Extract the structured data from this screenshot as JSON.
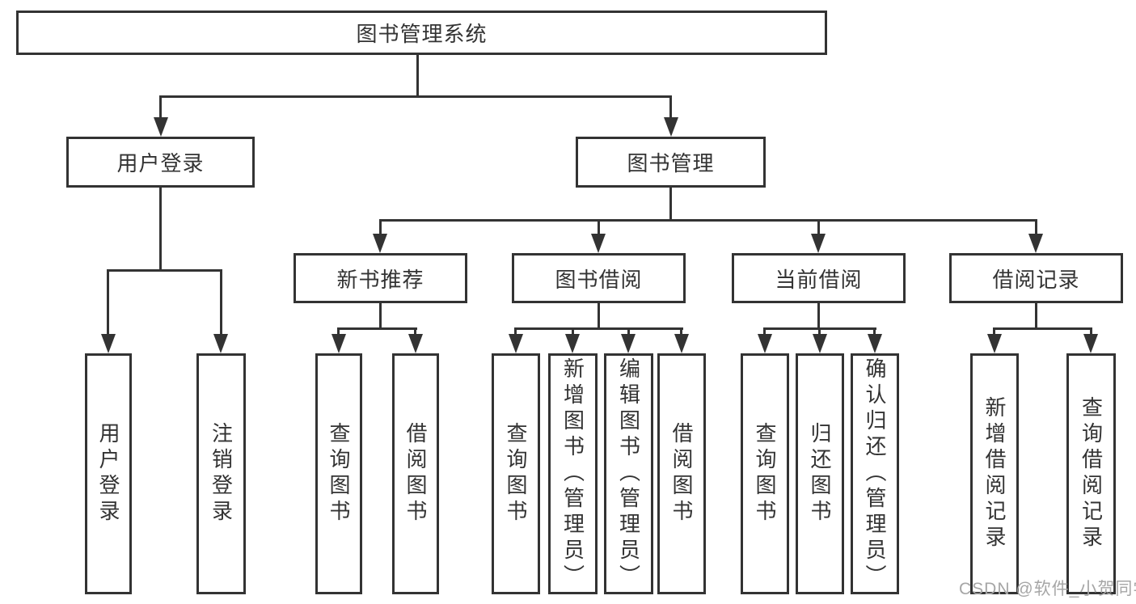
{
  "diagram": {
    "root": {
      "label": "图书管理系统"
    },
    "branches": [
      {
        "label": "用户登录",
        "children": [
          {
            "label": "用户登录"
          },
          {
            "label": "注销登录"
          }
        ]
      },
      {
        "label": "图书管理",
        "children": [
          {
            "label": "新书推荐",
            "children": [
              {
                "label": "查询图书"
              },
              {
                "label": "借阅图书"
              }
            ]
          },
          {
            "label": "图书借阅",
            "children": [
              {
                "label": "查询图书"
              },
              {
                "label": "新增图书（管理员）"
              },
              {
                "label": "编辑图书（管理员）"
              },
              {
                "label": "借阅图书"
              }
            ]
          },
          {
            "label": "当前借阅",
            "children": [
              {
                "label": "查询图书"
              },
              {
                "label": "归还图书"
              },
              {
                "label": "确认归还（管理员）"
              }
            ]
          },
          {
            "label": "借阅记录",
            "children": [
              {
                "label": "新增借阅记录"
              },
              {
                "label": "查询借阅记录"
              }
            ]
          }
        ]
      }
    ]
  },
  "watermark": {
    "text": "CSDN @软件_小贺同学"
  },
  "colors": {
    "line": "#333333",
    "background": "#ffffff",
    "watermark": "#a6a6a6"
  }
}
